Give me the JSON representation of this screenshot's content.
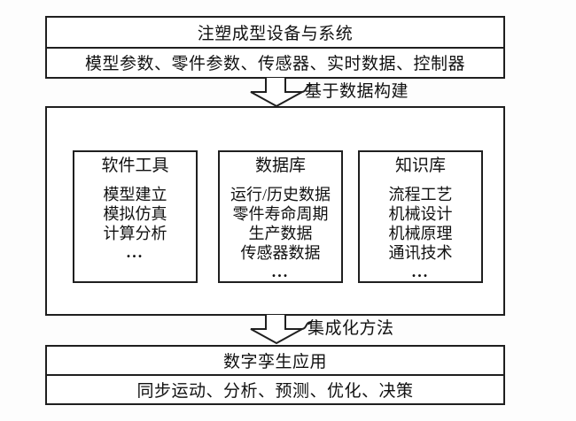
{
  "diagram": {
    "top_box": {
      "title": "注塑成型设备与系统",
      "subtitle": "模型参数、零件参数、传感器、实时数据、控制器"
    },
    "arrow1_label": "基于数据构建",
    "middle_box": {
      "panels": [
        {
          "title": "软件工具",
          "items": [
            "模型建立",
            "模拟仿真",
            "计算分析"
          ],
          "ellipsis": "..."
        },
        {
          "title": "数据库",
          "items": [
            "运行/历史数据",
            "零件寿命周期",
            "生产数据",
            "传感器数据"
          ],
          "ellipsis": "..."
        },
        {
          "title": "知识库",
          "items": [
            "流程工艺",
            "机械设计",
            "机械原理",
            "通讯技术"
          ],
          "ellipsis": "..."
        }
      ]
    },
    "arrow2_label": "集成化方法",
    "bottom_box": {
      "title": "数字孪生应用",
      "subtitle": "同步运动、分析、预测、优化、决策"
    }
  },
  "colors": {
    "line": "#1f1f1f",
    "background": "#fdfdfd",
    "text": "#111111"
  }
}
